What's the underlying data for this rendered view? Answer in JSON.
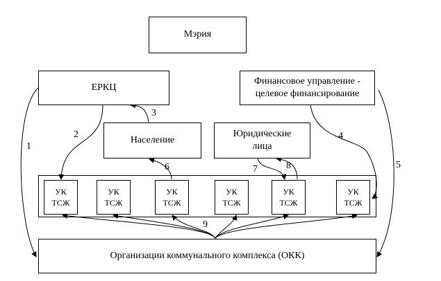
{
  "nodes": {
    "meriya": "Мэрия",
    "erkc": "ЕРКЦ",
    "fin_line1": "Финансовое управление -",
    "fin_line2": "целевое финансирование",
    "naselenie": "Население",
    "yur_line1": "Юридические",
    "yur_line2": "лица",
    "okk": "Организации коммунального комплекса (ОКК)"
  },
  "uk_units": [
    {
      "line1": "УК",
      "line2": "ТСЖ"
    },
    {
      "line1": "УК",
      "line2": "ТСЖ"
    },
    {
      "line1": "УК",
      "line2": "ТСЖ"
    },
    {
      "line1": "УК",
      "line2": "ТСЖ"
    },
    {
      "line1": "УК",
      "line2": "ТСЖ"
    },
    {
      "line1": "УК",
      "line2": "ТСЖ"
    }
  ],
  "flow_labels": [
    "1",
    "2",
    "3",
    "4",
    "5",
    "6",
    "7",
    "8",
    "9"
  ]
}
